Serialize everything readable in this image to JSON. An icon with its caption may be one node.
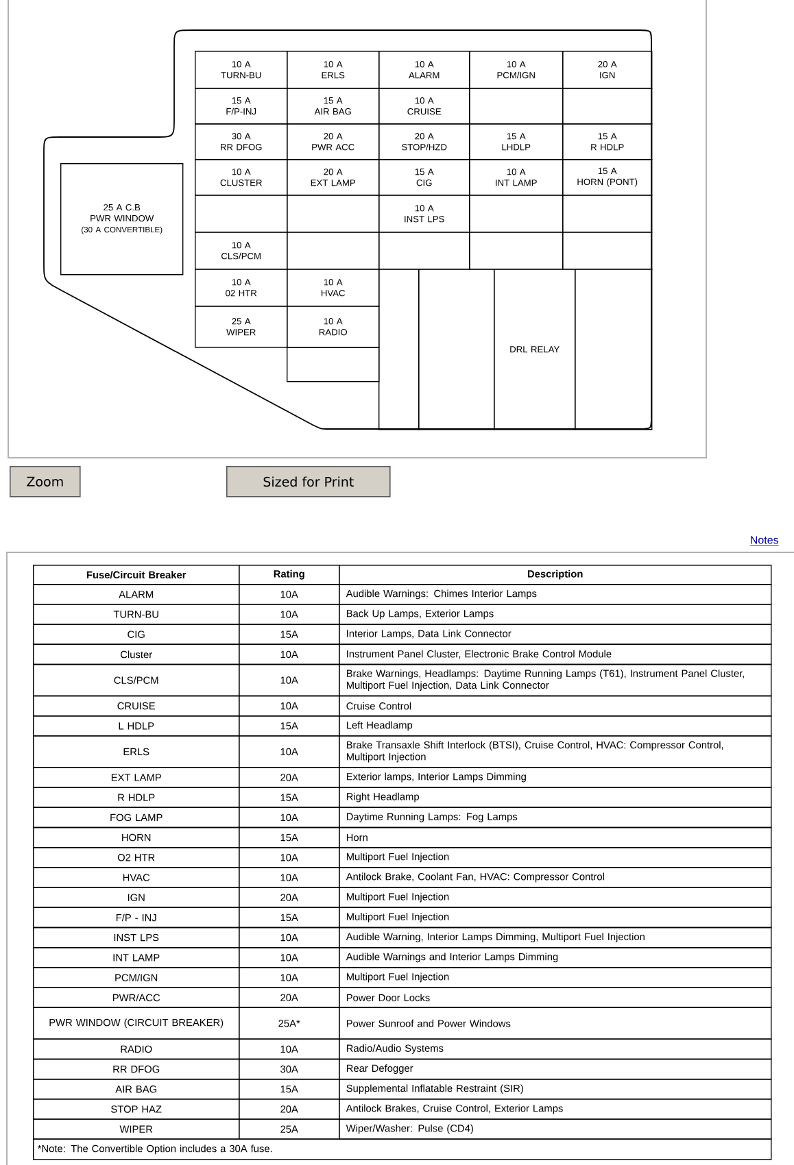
{
  "diagram": {
    "nodes": [
      {
        "text": [
          "10 A",
          "TURN-BU"
        ]
      },
      {
        "text": [
          "10 A",
          "ERLS"
        ]
      },
      {
        "text": [
          "10 A",
          "ALARM"
        ]
      },
      {
        "text": [
          "10 A",
          "PCM/IGN"
        ]
      },
      {
        "text": [
          "20 A",
          "IGN"
        ]
      },
      {
        "text": [
          "15 A",
          "F/P-INJ"
        ]
      },
      {
        "text": [
          "15 A",
          "AIR BAG"
        ]
      },
      {
        "text": [
          "10 A",
          "CRUISE"
        ]
      },
      {
        "text": [],
        "shape": "box"
      },
      {
        "text": [],
        "shape": "box"
      },
      {
        "text": [
          "30 A",
          "RR DFOG"
        ]
      },
      {
        "text": [
          "20 A",
          "PWR ACC"
        ]
      },
      {
        "text": [
          "20 A",
          "STOP/HZD"
        ]
      },
      {
        "text": [
          "15 A",
          "LHDLP"
        ]
      },
      {
        "text": [
          "15 A",
          "R HDLP"
        ]
      },
      {
        "text": [
          "25 A C.B",
          "PWR WINDOW",
          "(30 A CONVERTIBLE)"
        ]
      },
      {
        "text": [
          "10 A",
          "CLUSTER"
        ]
      },
      {
        "text": [
          "20 A",
          "EXT LAMP"
        ]
      },
      {
        "text": [
          "15 A",
          "CIG"
        ]
      },
      {
        "text": [
          "10 A",
          "INT LAMP"
        ]
      },
      {
        "text": [
          "15 A",
          "HORN (PONT)"
        ]
      },
      {
        "text": [],
        "shape": "box"
      },
      {
        "text": [],
        "shape": "box"
      },
      {
        "text": [
          "10 A",
          "INST LPS"
        ]
      },
      {
        "text": [],
        "shape": "box"
      },
      {
        "text": [],
        "shape": "box"
      },
      {
        "text": [
          "10 A",
          "CLS/PCM"
        ]
      },
      {
        "text": [],
        "shape": "box"
      },
      {
        "text": [],
        "shape": "box"
      },
      {
        "text": [],
        "shape": "box"
      },
      {
        "text": [],
        "shape": "box"
      },
      {
        "text": [
          "10 A",
          "02 HTR"
        ]
      },
      {
        "text": [
          "10 A",
          "HVAC"
        ]
      },
      {
        "text": [],
        "shape": "box"
      },
      {
        "text": [],
        "shape": "box"
      },
      {
        "text": [
          "DRL RELAY"
        ]
      },
      {
        "text": [],
        "shape": "box"
      },
      {
        "text": [
          "25 A",
          "WIPER"
        ]
      },
      {
        "text": [
          "10 A",
          "RADIO"
        ]
      },
      {
        "text": [],
        "shape": "box"
      }
    ],
    "labels": [
      "Zoom",
      "Sized for Print",
      "Notes",
      "Fuse/Circuit Breaker",
      "Rating",
      "Description",
      "ALARM",
      "10A",
      "Audible Warnings: Chimes Interior Lamps",
      "TURN-BU",
      "10A",
      "Back Up Lamps, Exterior Lamps",
      "CIG",
      "15A",
      "Interior Lamps, Data Link Connector",
      "Cluster",
      "10A",
      "Instrument Panel Cluster, Electronic Brake Control Module",
      "CLS/PCM",
      "10A",
      "Brake Warnings, Headlamps: Daytime Running Lamps (T61), Instrument Panel Cluster, Multiport Fuel Injection, Data Link Connector",
      "CRUISE",
      "10A",
      "Cruise Control",
      "L HDLP",
      "15A",
      "Left Headlamp",
      "ERLS",
      "10A",
      "Brake Transaxle Shift Interlock (BTSI), Cruise Control, HVAC: Compressor Control, Multiport Injection",
      "EXT LAMP",
      "20A",
      "Exterior lamps, Interior Lamps Dimming",
      "R HDLP",
      "15A",
      "Right Headlamp",
      "FOG LAMP",
      "10A",
      "Daytime Running Lamps: Fog Lamps",
      "HORN",
      "15A",
      "Horn",
      "O2 HTR",
      "10A",
      "Multiport Fuel Injection",
      "HVAC",
      "10A",
      "Antilock Brake, Coolant Fan, HVAC: Compressor Control",
      "IGN",
      "20A",
      "Multiport Fuel Injection",
      "F/P - INJ",
      "15A",
      "Multiport Fuel Injection",
      "INST LPS",
      "10A",
      "Audible Warning, Interior Lamps Dimming, Multiport Fuel Injection",
      "INT LAMP",
      "10A",
      "Audible Warnings and Interior Lamps Dimming",
      "PCM/IGN",
      "10A",
      "Multiport Fuel Injection",
      "PWR/ACC",
      "20A",
      "Power Door Locks",
      "PWR WINDOW (CIRCUIT BREAKER)",
      "25A*",
      "Power Sunroof and Power Windows",
      "RADIO",
      "10A",
      "Radio/Audio Systems",
      "RR DFOG",
      "30A",
      "Rear Defogger",
      "AIR BAG",
      "15A",
      "Supplemental Inflatable Restraint (SIR)",
      "STOP HAZ",
      "20A",
      "Antilock Brakes, Cruise Control, Exterior Lamps",
      "WIPER",
      "25A",
      "Wiper/Washer: Pulse (CD4)",
      "*Note: The Convertible Option includes a 30A fuse."
    ]
  }
}
